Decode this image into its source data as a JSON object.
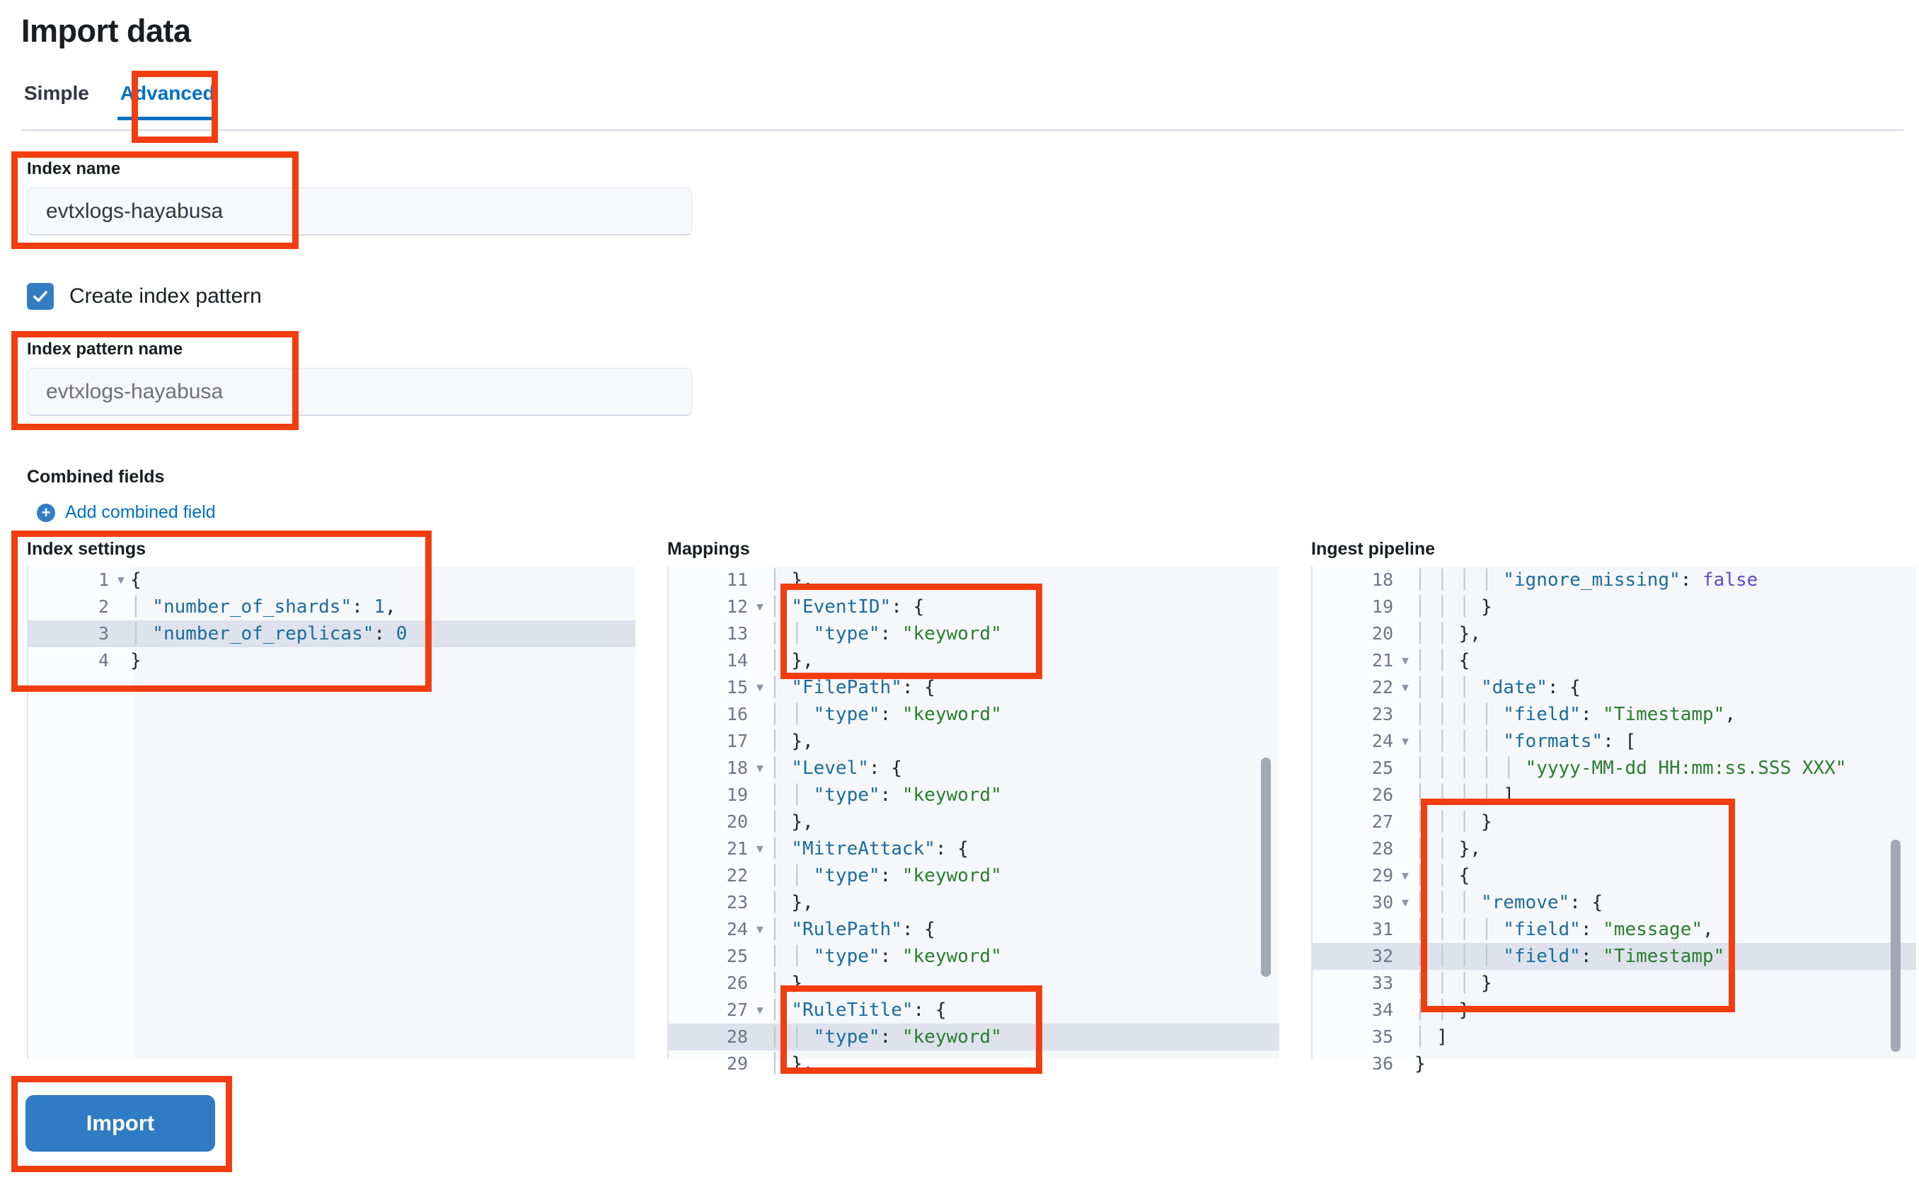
{
  "page": {
    "title": "Import data"
  },
  "tabs": [
    {
      "label": "Simple",
      "active": false
    },
    {
      "label": "Advanced",
      "active": true
    }
  ],
  "form": {
    "index_name_label": "Index name",
    "index_name_value": "evtxlogs-hayabusa",
    "create_index_pattern_label": "Create index pattern",
    "create_index_pattern_checked": true,
    "index_pattern_name_label": "Index pattern name",
    "index_pattern_name_placeholder": "evtxlogs-hayabusa",
    "combined_fields_label": "Combined fields",
    "add_combined_field_label": "Add combined field",
    "add_icon": "plus-circle-icon"
  },
  "editors": {
    "index_settings": {
      "title": "Index settings",
      "lines": [
        {
          "n": "1",
          "fold": true,
          "hl": false,
          "code": "{"
        },
        {
          "n": "2",
          "fold": false,
          "hl": false,
          "code": "  \"number_of_shards\": 1,"
        },
        {
          "n": "3",
          "fold": false,
          "hl": true,
          "code": "  \"number_of_replicas\": 0"
        },
        {
          "n": "4",
          "fold": false,
          "hl": false,
          "code": "}"
        }
      ]
    },
    "mappings": {
      "title": "Mappings",
      "lines": [
        {
          "n": "11",
          "fold": false,
          "hl": false,
          "code": "  },"
        },
        {
          "n": "12",
          "fold": true,
          "hl": false,
          "code": "  \"EventID\": {"
        },
        {
          "n": "13",
          "fold": false,
          "hl": false,
          "code": "    \"type\": \"keyword\""
        },
        {
          "n": "14",
          "fold": false,
          "hl": false,
          "code": "  },"
        },
        {
          "n": "15",
          "fold": true,
          "hl": false,
          "code": "  \"FilePath\": {"
        },
        {
          "n": "16",
          "fold": false,
          "hl": false,
          "code": "    \"type\": \"keyword\""
        },
        {
          "n": "17",
          "fold": false,
          "hl": false,
          "code": "  },"
        },
        {
          "n": "18",
          "fold": true,
          "hl": false,
          "code": "  \"Level\": {"
        },
        {
          "n": "19",
          "fold": false,
          "hl": false,
          "code": "    \"type\": \"keyword\""
        },
        {
          "n": "20",
          "fold": false,
          "hl": false,
          "code": "  },"
        },
        {
          "n": "21",
          "fold": true,
          "hl": false,
          "code": "  \"MitreAttack\": {"
        },
        {
          "n": "22",
          "fold": false,
          "hl": false,
          "code": "    \"type\": \"keyword\""
        },
        {
          "n": "23",
          "fold": false,
          "hl": false,
          "code": "  },"
        },
        {
          "n": "24",
          "fold": true,
          "hl": false,
          "code": "  \"RulePath\": {"
        },
        {
          "n": "25",
          "fold": false,
          "hl": false,
          "code": "    \"type\": \"keyword\""
        },
        {
          "n": "26",
          "fold": false,
          "hl": false,
          "code": "  },"
        },
        {
          "n": "27",
          "fold": true,
          "hl": false,
          "code": "  \"RuleTitle\": {"
        },
        {
          "n": "28",
          "fold": false,
          "hl": true,
          "code": "    \"type\": \"keyword\""
        },
        {
          "n": "29",
          "fold": false,
          "hl": false,
          "code": "  },"
        }
      ]
    },
    "ingest_pipeline": {
      "title": "Ingest pipeline",
      "lines": [
        {
          "n": "18",
          "fold": false,
          "hl": false,
          "code": "        \"ignore_missing\": false"
        },
        {
          "n": "19",
          "fold": false,
          "hl": false,
          "code": "      }"
        },
        {
          "n": "20",
          "fold": false,
          "hl": false,
          "code": "    },"
        },
        {
          "n": "21",
          "fold": true,
          "hl": false,
          "code": "    {"
        },
        {
          "n": "22",
          "fold": true,
          "hl": false,
          "code": "      \"date\": {"
        },
        {
          "n": "23",
          "fold": false,
          "hl": false,
          "code": "        \"field\": \"Timestamp\","
        },
        {
          "n": "24",
          "fold": true,
          "hl": false,
          "code": "        \"formats\": ["
        },
        {
          "n": "25",
          "fold": false,
          "hl": false,
          "code": "          \"yyyy-MM-dd HH:mm:ss.SSS XXX\""
        },
        {
          "n": "26",
          "fold": false,
          "hl": false,
          "code": "        ]"
        },
        {
          "n": "27",
          "fold": false,
          "hl": false,
          "code": "      }"
        },
        {
          "n": "28",
          "fold": false,
          "hl": false,
          "code": "    },"
        },
        {
          "n": "29",
          "fold": true,
          "hl": false,
          "code": "    {"
        },
        {
          "n": "30",
          "fold": true,
          "hl": false,
          "code": "      \"remove\": {"
        },
        {
          "n": "31",
          "fold": false,
          "hl": false,
          "code": "        \"field\": \"message\","
        },
        {
          "n": "32",
          "fold": false,
          "hl": true,
          "code": "        \"field\": \"Timestamp\""
        },
        {
          "n": "33",
          "fold": false,
          "hl": false,
          "code": "      }"
        },
        {
          "n": "34",
          "fold": false,
          "hl": false,
          "code": "    }"
        },
        {
          "n": "35",
          "fold": false,
          "hl": false,
          "code": "  ]"
        },
        {
          "n": "36",
          "fold": false,
          "hl": false,
          "code": "}"
        }
      ]
    }
  },
  "actions": {
    "import_label": "Import"
  },
  "colors": {
    "accent": "#0071c2",
    "primary_button": "#2f7bc4",
    "annotation": "#f23d10",
    "string_token": "#2a7d30",
    "key_token": "#1b6c9c",
    "bool_token": "#5f49c6"
  }
}
